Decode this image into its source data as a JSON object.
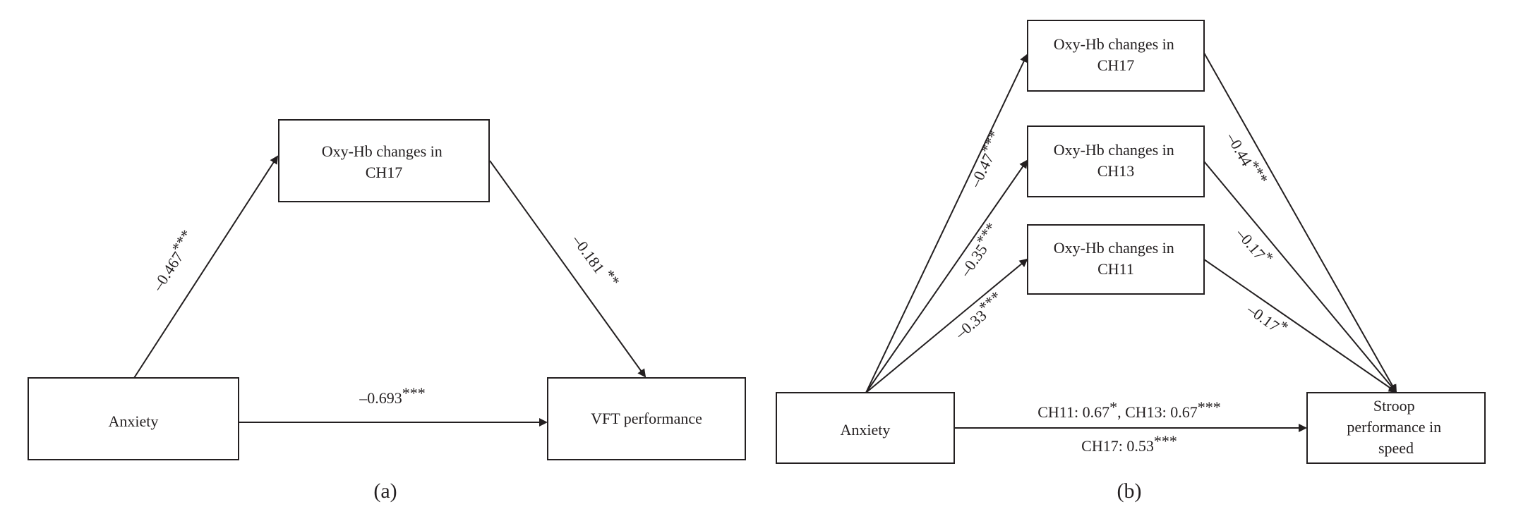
{
  "panel_a": {
    "caption": "(a)",
    "nodes": {
      "mediator": [
        "Oxy-Hb changes in",
        "CH17"
      ],
      "anxiety": [
        "Anxiety"
      ],
      "outcome": [
        "VFT performance"
      ]
    },
    "paths": {
      "anxiety_to_mediator": {
        "value": "–0.467",
        "stars": "***"
      },
      "mediator_to_outcome": {
        "value": "–0.181",
        "stars": " **"
      },
      "direct": {
        "value": "–0.693",
        "stars": "***"
      }
    }
  },
  "panel_b": {
    "caption": "(b)",
    "nodes": {
      "ch17": [
        "Oxy-Hb changes in",
        "CH17"
      ],
      "ch13": [
        "Oxy-Hb changes in",
        "CH13"
      ],
      "ch11": [
        "Oxy-Hb changes in",
        "CH11"
      ],
      "anxiety": [
        "Anxiety"
      ],
      "outcome": [
        "Stroop",
        "performance in",
        "speed"
      ]
    },
    "paths": {
      "anxiety_to_ch17": {
        "value": "–0.47",
        "stars": "***"
      },
      "anxiety_to_ch13": {
        "value": "–0.35",
        "stars": "***"
      },
      "anxiety_to_ch11": {
        "value": "–0.33",
        "stars": "***"
      },
      "ch17_to_outcome": {
        "value": "–0.44",
        "stars": "***"
      },
      "ch13_to_outcome": {
        "value": "–0.17",
        "stars": "*"
      },
      "ch11_to_outcome": {
        "value": "–0.17",
        "stars": "*"
      },
      "direct_line1": {
        "part1": "CH11: 0.67",
        "stars1": "*",
        "part2": ", CH13: 0.67",
        "stars2": "***"
      },
      "direct_line2": {
        "part1": "CH17: 0.53",
        "stars1": "***"
      }
    }
  }
}
